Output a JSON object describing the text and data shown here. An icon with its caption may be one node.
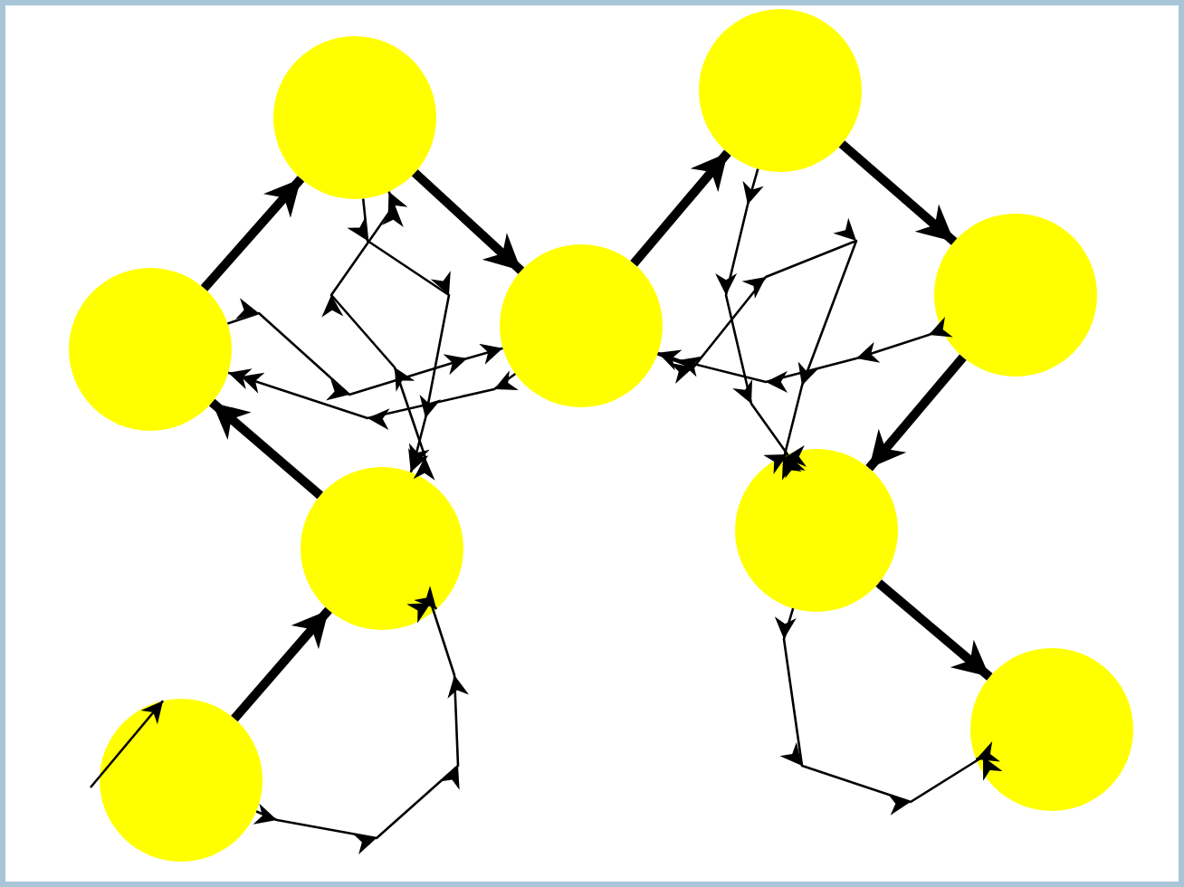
{
  "diagram": {
    "nodes": [
      {
        "text": [],
        "shape": "circle"
      },
      {
        "text": [],
        "shape": "circle"
      },
      {
        "text": [],
        "shape": "circle"
      },
      {
        "text": [],
        "shape": "circle"
      },
      {
        "text": [],
        "shape": "circle"
      },
      {
        "text": [],
        "shape": "circle"
      },
      {
        "text": [],
        "shape": "circle"
      },
      {
        "text": [],
        "shape": "circle"
      },
      {
        "text": [],
        "shape": "circle"
      }
    ],
    "edges": [
      {
        "from": 1,
        "to": 0,
        "arrow": "to",
        "style": "thick"
      },
      {
        "from": 0,
        "to": 2,
        "arrow": "to",
        "style": "thick"
      },
      {
        "from": 3,
        "to": 1,
        "arrow": "to",
        "style": "thick"
      },
      {
        "from": 4,
        "to": 3,
        "arrow": "to",
        "style": "thick"
      },
      {
        "from": 2,
        "to": 5,
        "arrow": "to",
        "style": "thick"
      },
      {
        "from": 5,
        "to": 6,
        "arrow": "to",
        "style": "thick"
      },
      {
        "from": 6,
        "to": 7,
        "arrow": "to",
        "style": "thick"
      },
      {
        "from": 7,
        "to": 8,
        "arrow": "to",
        "style": "thick"
      },
      {
        "from": null,
        "to": 4,
        "arrow": "to"
      },
      {
        "from": 4,
        "to": 3,
        "arrow": "to"
      },
      {
        "from": 3,
        "to": 0,
        "arrow": "to"
      },
      {
        "from": 1,
        "to": 2,
        "arrow": "to"
      },
      {
        "from": 2,
        "to": 7,
        "arrow": "to"
      },
      {
        "from": 7,
        "to": 8,
        "arrow": "to"
      },
      {
        "from": 2,
        "to": 1,
        "arrow": "to"
      },
      {
        "from": 0,
        "to": 3,
        "arrow": "to"
      },
      {
        "from": 5,
        "to": 7,
        "arrow": "to"
      },
      {
        "from": 6,
        "to": 2,
        "arrow": "to"
      }
    ]
  }
}
